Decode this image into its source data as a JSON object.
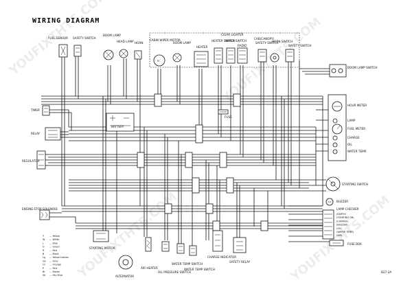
{
  "title": "WIRING DIAGRAM",
  "page_code": "B27-2A",
  "watermark": "YOUFIXTHTS.COM",
  "components": {
    "fuel_sensor": "FUEL SENSOR",
    "safety_switch_1": "SAFETY SWITCH",
    "boom_lamp": "BOOM LAMP",
    "head_lamp": "HEAD LAMP",
    "horn": "HORN",
    "cabin_wiper_motor": "CABIN WIPER MOTOR",
    "room_lamp": "ROOM LAMP",
    "cigar_lighter": "CIGAR LIGHTER",
    "cab_canopy": "CAB(CANOPY)",
    "heater_switch": "HEATER SWITCH",
    "wiper_switch": "WIPER SWITCH",
    "heater": "HEATER",
    "radio": "RADIO",
    "safety_switch_2": "SAFETY SWITCH",
    "horn_switch": "HORN SWITCH",
    "safety_switch_3": "SAFETY SWITCH",
    "boom_lamp_switch": "BOOM LAMP SWITCH",
    "timer": "TIMER",
    "relay": "RELAY",
    "battery": "BATTERY",
    "fuse": "FUSE",
    "regulator": "REGULATOR",
    "hour_meter": "HOUR METER",
    "lamp": "LAMP",
    "fuel_meter": "FUEL METER",
    "charge": "CHARGE",
    "oil": "OIL",
    "water_temp": "WATER TEMP.",
    "starting_switch": "STARTING SWITCH",
    "buzzer": "BUZZER",
    "lamp_checker": "LAMP CHECKER",
    "fuse_box": "FUSE BOX",
    "engine_stop_solenoid": "ENGINE-STOP SOLENOID",
    "starting_motor": "STARTING MOTOR",
    "alternator": "ALTERNATOR",
    "air_heater": "AIR HEATER",
    "oil_pressure_switch": "OIL PRESSURE SWITCH",
    "water_temp_switch_1": "WATER TEMP SWITCH",
    "water_temp_switch_2": "WATER TEMP SWITCH",
    "charge_indicator": "CHARGE INDICATOR",
    "safety_relay": "SAFETY RELAY"
  },
  "lamp_checker_items": [
    "(EARTH)",
    "(STARTING ON)",
    "(CHARGE)",
    "(BUZZER)",
    "(OIL)",
    "(WATER TEMP.)",
    "(AIR)"
  ],
  "color_legend": [
    {
      "code": "Y",
      "name": "Yellow"
    },
    {
      "code": "W",
      "name": "White"
    },
    {
      "code": "L",
      "name": "Blue"
    },
    {
      "code": "G",
      "name": "Green"
    },
    {
      "code": "R",
      "name": "Red"
    },
    {
      "code": "B",
      "name": "Black"
    },
    {
      "code": "Lg",
      "name": "Yellow Leaves"
    },
    {
      "code": "Gy",
      "name": "Grey"
    },
    {
      "code": "Or",
      "name": "Orange"
    },
    {
      "code": "P",
      "name": "Pink"
    },
    {
      "code": "Br",
      "name": "Brown"
    },
    {
      "code": "Sb",
      "name": "Sky Blue"
    }
  ]
}
